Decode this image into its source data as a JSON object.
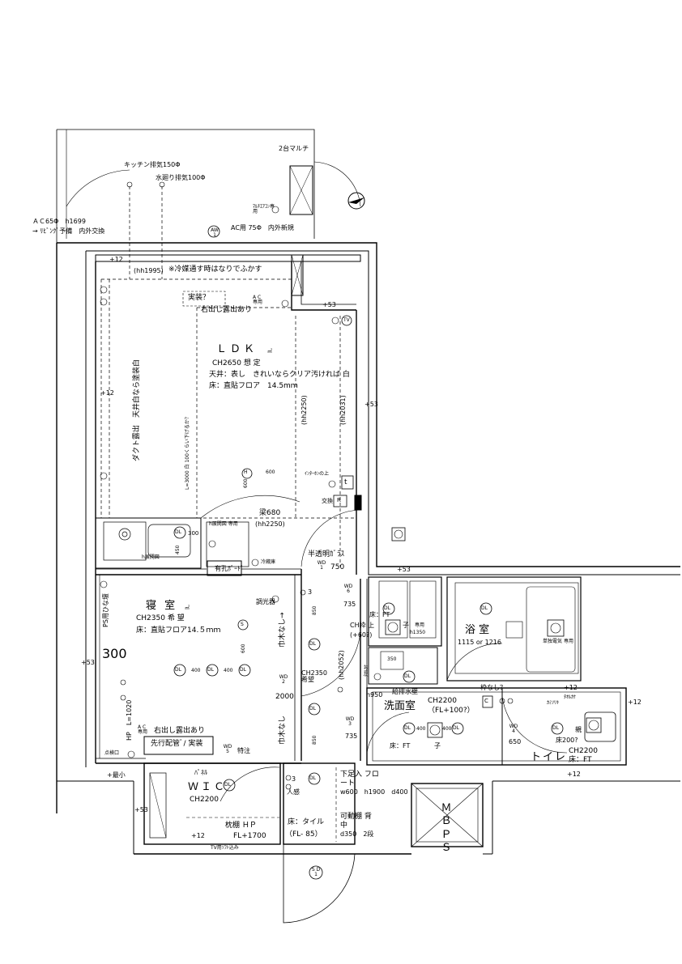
{
  "notes": {
    "multi": "2台マルチ",
    "kitchen_exhaust": "キッチン排気150Φ",
    "water_exhaust": "水廻り排気100Φ",
    "ac65": "ＡＣ65Φ　h1699",
    "living_prep": "→ ﾘﾋﾞﾝｸﾞ予備　内外交換",
    "multi_ac": "ﾏﾙﾁｴｱｺﾝ専用",
    "ac75": "AC用 75Φ　内外新規",
    "aw1": "AW 1",
    "hh1995": "(hh1995)",
    "refrigerant": "※冷媒通す時はなりでふかす",
    "jisso": "実装？",
    "ac_dedicated": "A C 専用",
    "right_exposed": "右出し露出あり",
    "duct": "ダクト露出　天井白なら塗装白",
    "ceiling_note": "L=3000 白 100くらい下げるか？",
    "hh2250": "(hh2250)",
    "hh2031": "(hh2031)",
    "beam": "梁680",
    "beam_hh": "(hh2250)",
    "interphone": "ｲﾝﾀｰﾎﾝの上",
    "exchange": "交換",
    "semi_glass": "半透明ｶﾞﾗｽ",
    "wd1": "WD 1",
    "w750": "750",
    "hutensil": "h展開図 専用",
    "hfold": "h展開図",
    "fridge": "冷蔵庫",
    "arupado": "有孔ﾎﾞｰﾄﾞ",
    "dimmer": "調光器",
    "ps": "PS用ひな壇",
    "s300": "300",
    "hp": "HP　L=1020",
    "ac_sm": "A C 専用",
    "right_exposed2": "右出し露出あり",
    "advance": "先行配管ﾞ/ 実装",
    "wd5": "WD 5",
    "tokuchu": "特注",
    "wd2": "WD 2",
    "w2000": "2000",
    "no_frame1": "巾木なし→",
    "no_frame2": "巾木なし",
    "ch2350": "CH2350 希望",
    "hh2052": "(hh2052)",
    "wd6": "WD 6",
    "w735": "735",
    "floor_ft": "床：FT",
    "ch_frame": "CH枠 上",
    "plus60": "(+60?)",
    "taoru": "ﾀｵﾙｶｹ",
    "child": "子",
    "senyo": "専用",
    "h1350": "h1350",
    "h350": "350",
    "h950": "h950",
    "supply_wall": "給排水壁",
    "wd3": "WD 3",
    "w735b": "735",
    "floor_ft2": "床：FT",
    "child2": "子",
    "bath_size": "1115 or 1216",
    "single_elec": "単独電気 専用",
    "frame_none": "枠なし？",
    "wd4": "WD 4",
    "w650": "650",
    "kamisoribi": "ｶﾐｿﾘｷ",
    "taoru2": "ﾀｵﾙｶｹ",
    "parent": "親",
    "floor200": "床200?",
    "tenso": "点検口",
    "floor_tile": "床：タイル",
    "fl85": "（FL- 85）",
    "shoe_box": "下足入 フロート",
    "shoe_dims": "w600　h1900　d400",
    "movable": "可動棚 背中",
    "movable_dims": "d350　2段",
    "sensor": "人感",
    "three": "3",
    "three2": "3",
    "panel": "ﾊﾟﾈﾙ",
    "pillow": "枕棚 ＨＰ",
    "fl1700": "FL+1700",
    "tv_pipe": "TV用ｿﾌﾄ込み",
    "sd1": "S D 1",
    "plus12a": "+12",
    "plus12b": "+12",
    "plus12c": "+12",
    "plus12d": "+12",
    "plus12e": "+12",
    "plus12f": "+12",
    "plus53a": "+53",
    "plus53b": "+53",
    "plus53c": "+53",
    "plus53d": "+53",
    "plus53e": "+53",
    "min": "+最小",
    "d600a": "600",
    "d600b": "600",
    "d600c": "600",
    "d450": "450",
    "d300": "300",
    "d850a": "850",
    "d850b": "850",
    "dl400a": "400",
    "dl400b": "400",
    "dl400c": "400",
    "dl400d": "400"
  },
  "rooms": {
    "ldk": {
      "name": "ＬＤＫ",
      "unit": "㎡",
      "ch": "CH2650 想 定",
      "ceiling": "天井：表し　きれいならクリア汚ければ 白",
      "floor": "床：直貼フロア　14.5mｍ"
    },
    "bedroom": {
      "name": "寝 室",
      "unit": "㎡",
      "ch": "CH2350 希 望",
      "floor": "床：直貼フロア14.５ｍｍ"
    },
    "washroom": {
      "name": "洗面室",
      "ch": "CH2200",
      "fl": "（FL+100?）"
    },
    "bath": {
      "name": "浴 室"
    },
    "toilet": {
      "name": "トイレ",
      "ch": "CH2200",
      "floor": "床：FT"
    },
    "wic": {
      "name": "ＷＩＣ",
      "ch": "CH2200"
    },
    "mbps": {
      "name": "ＭＢ　ＰＳ"
    }
  },
  "symbols": {
    "dl": "DL",
    "tv": "TV",
    "h": "H",
    "r": "R",
    "t": "t",
    "c": "C",
    "s": "S"
  }
}
